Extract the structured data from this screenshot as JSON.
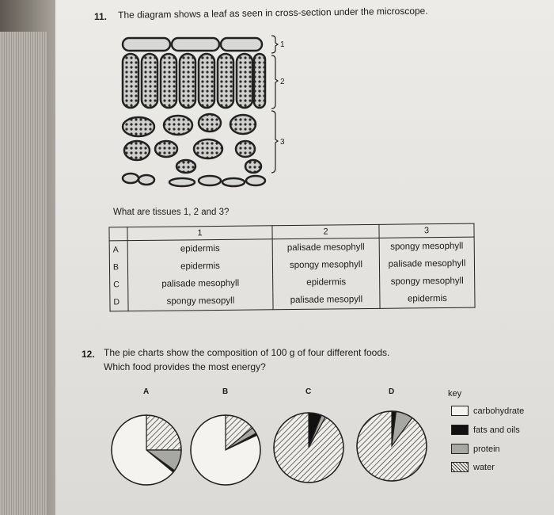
{
  "q11": {
    "number": "11.",
    "text": "The diagram shows a leaf as seen in cross-section under the microscope.",
    "labels": [
      "1",
      "2",
      "3"
    ],
    "sub_question": "What are tissues 1, 2 and 3?",
    "table": {
      "headers": [
        "",
        "1",
        "2",
        "3"
      ],
      "rows": [
        {
          "option": "A",
          "c1": "epidermis",
          "c2": "palisade mesophyll",
          "c3": "spongy mesophyll"
        },
        {
          "option": "B",
          "c1": "epidermis",
          "c2": "spongy mesophyll",
          "c3": "palisade mesophyll"
        },
        {
          "option": "C",
          "c1": "palisade mesophyll",
          "c2": "epidermis",
          "c3": "spongy mesophyll"
        },
        {
          "option": "D",
          "c1": "spongy mesopyll",
          "c2": "palisade mesopyll",
          "c3": "epidermis"
        }
      ]
    }
  },
  "q12": {
    "number": "12.",
    "line1": "The pie charts show the composition of 100 g of four different foods.",
    "line2": "Which food provides the most energy?",
    "key": {
      "title": "key",
      "items": [
        {
          "label": "carbohydrate",
          "fill": "white"
        },
        {
          "label": "fats and oils",
          "fill": "black"
        },
        {
          "label": "protein",
          "fill": "grey"
        },
        {
          "label": "water",
          "fill": "hatch"
        }
      ]
    }
  },
  "chart_data": {
    "type": "pie",
    "charts": [
      {
        "label": "A",
        "slices": {
          "water": 25,
          "protein": 10,
          "fats and oils": 1,
          "carbohydrate": 64
        }
      },
      {
        "label": "B",
        "slices": {
          "water": 14,
          "protein": 3,
          "fats and oils": 1,
          "carbohydrate": 82
        }
      },
      {
        "label": "C",
        "slices": {
          "fats and oils": 6,
          "protein": 2,
          "water": 92
        }
      },
      {
        "label": "D",
        "slices": {
          "fats and oils": 2,
          "protein": 8,
          "water": 90
        }
      }
    ],
    "colors": {
      "carbohydrate": "#f4f3f0",
      "fats and oils": "#111111",
      "protein": "#a7a7a4",
      "water": "hatch"
    }
  }
}
